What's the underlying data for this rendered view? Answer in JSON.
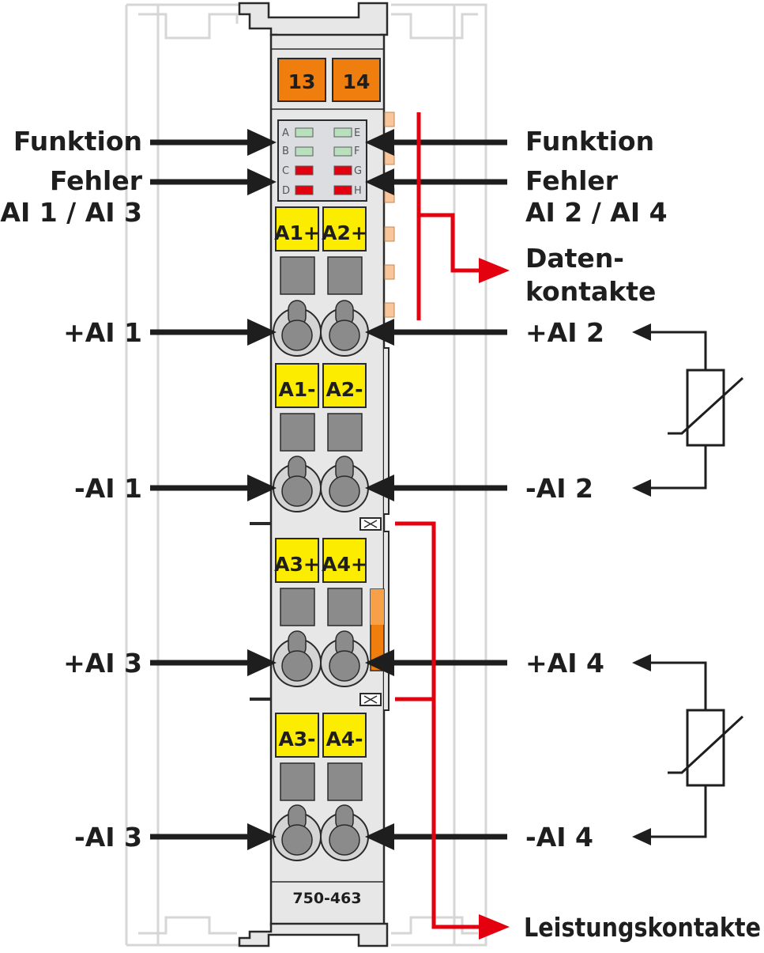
{
  "colors": {
    "module": "#e7e7e8",
    "outline": "#2a2a2a",
    "rail": "#d6d6d6",
    "tag_yellow": "#fcec00",
    "tag_orange": "#f07e0f",
    "contact_gray": "#8b8b8b",
    "led_green": "#b9e0bd",
    "led_red": "#e3000f",
    "arrow_black": "#1e1e1e",
    "arrow_red": "#e3000f",
    "data_contact": "#f8c69a"
  },
  "module": {
    "number_tags": [
      "13",
      "14"
    ],
    "model": "750-463",
    "led_letters": [
      "A",
      "B",
      "C",
      "D",
      "E",
      "F",
      "G",
      "H"
    ],
    "tags": {
      "a1_plus": "A1+",
      "a2_plus": "A2+",
      "a1_minus": "A1-",
      "a2_minus": "A2-",
      "a3_plus": "A3+",
      "a4_plus": "A4+",
      "a3_minus": "A3-",
      "a4_minus": "A4-"
    }
  },
  "labels": {
    "left": {
      "funktion": "Funktion",
      "fehler": "Fehler",
      "fehler_sub": "AI 1 / AI 3",
      "ai1_plus": "+AI 1",
      "ai1_minus": "-AI 1",
      "ai3_plus": "+AI 3",
      "ai3_minus": "-AI 3"
    },
    "right": {
      "funktion": "Funktion",
      "fehler": "Fehler",
      "fehler_sub": "AI 2 / AI 4",
      "daten_1": "Daten-",
      "daten_2": "kontakte",
      "ai2_plus": "+AI 2",
      "ai2_minus": "-AI 2",
      "ai4_plus": "+AI 4",
      "ai4_minus": "-AI 4",
      "leistung": "Leistungskontakte"
    }
  }
}
